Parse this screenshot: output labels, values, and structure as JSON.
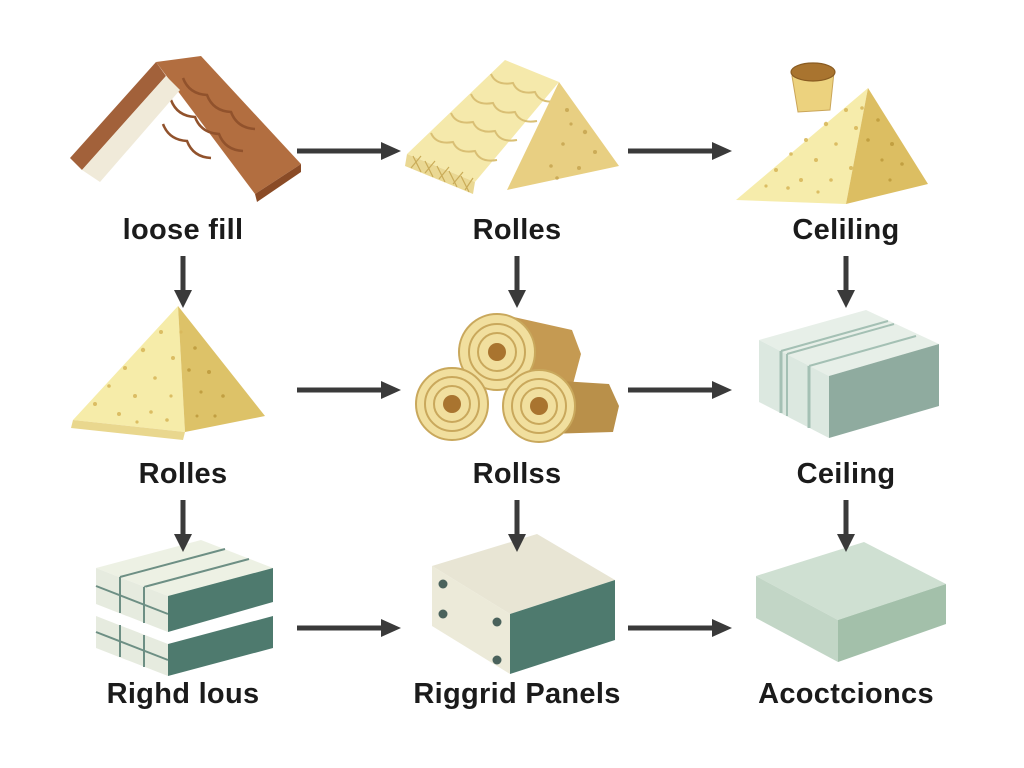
{
  "diagram": {
    "cells": [
      {
        "label": "loose fill",
        "icon": "shingled-roof"
      },
      {
        "label": "Rolles",
        "icon": "insulation-batt-wedge"
      },
      {
        "label": "Celiling",
        "icon": "insulation-wedge-chimney"
      },
      {
        "label": "Rolles",
        "icon": "insulation-wedge"
      },
      {
        "label": "Rollss",
        "icon": "insulation-rolls"
      },
      {
        "label": "Ceiling",
        "icon": "slab-stack"
      },
      {
        "label": "Righd lous",
        "icon": "batt-stack"
      },
      {
        "label": "Riggrid Panels",
        "icon": "rigid-panel-box"
      },
      {
        "label": "Acoctcioncs",
        "icon": "acoustic-panel"
      }
    ],
    "colors": {
      "background": "#ffffff",
      "label_text": "#1b1b1b",
      "arrow": "#3a3a3a",
      "roof_brown": "#b26e40",
      "insulation_yellow": "#f5e9ab",
      "insulation_gold": "#ddc268",
      "roll_tan": "#c59a52",
      "panel_teal": "#4e7a6e",
      "slab_pale_green": "#dce8e0",
      "acoustic_green": "#cfe0d2"
    }
  }
}
